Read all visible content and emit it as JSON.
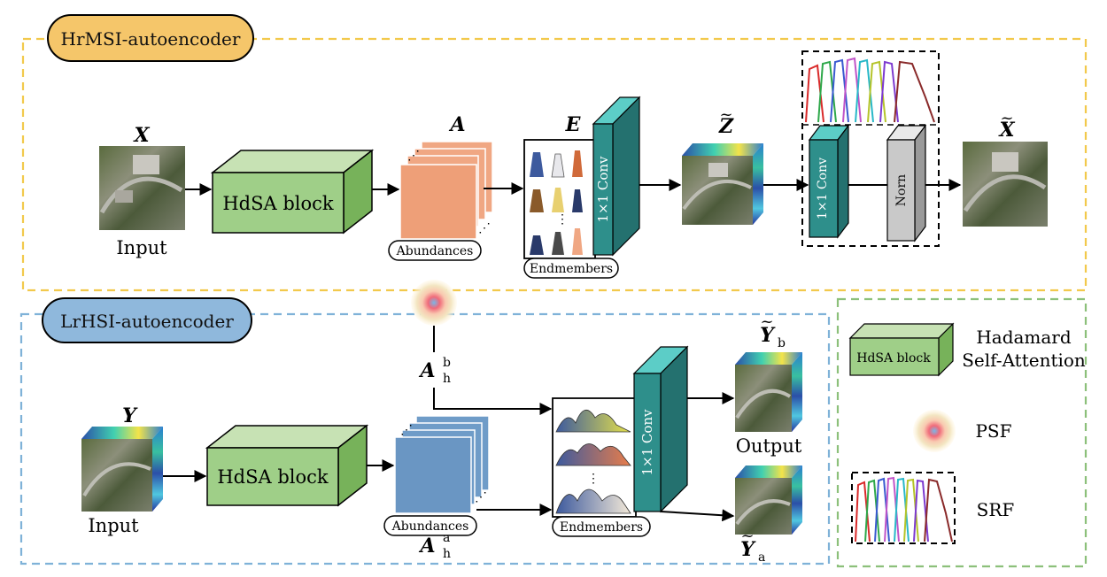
{
  "sections": {
    "hrmsi_title": "HrMSI-autoencoder",
    "lrhsi_title": "LrHSI-autoencoder"
  },
  "hrmsi": {
    "input_symbol": "X",
    "input_caption": "Input",
    "block_label": "HdSA block",
    "abundance_symbol": "A",
    "abundance_caption": "Abundances",
    "endmember_symbol": "E",
    "endmember_caption": "Endmembers",
    "conv_label": "1×1 Conv",
    "z_symbol": "Z",
    "conv2_label": "1×1 Conv",
    "norm_label": "Norn",
    "output_symbol": "X"
  },
  "lrhsi": {
    "input_symbol": "Y",
    "input_caption": "Input",
    "block_label": "HdSA block",
    "abundance_caption": "Abundances",
    "ah_b_base": "A",
    "ah_b_sub": "h",
    "ah_b_sup": "b",
    "ah_a_base": "A",
    "ah_a_sub": "h",
    "ah_a_sup": "a",
    "endmember_caption": "Endmembers",
    "conv_label": "1×1 Conv",
    "yb_base": "Y",
    "yb_sub": "b",
    "output_caption": "Output",
    "ya_base": "Y",
    "ya_sub": "a"
  },
  "legend": {
    "block_label": "HdSA block",
    "hdsa_line1": "Hadamard",
    "hdsa_line2": "Self-Attention",
    "psf_label": "PSF",
    "srf_label": "SRF"
  },
  "colors": {
    "hrmsi_border": "#f2c94c",
    "hrmsi_pill": "#f5c66a",
    "lrhsi_border": "#7fb2d8",
    "lrhsi_pill": "#8fb8dc",
    "legend_border": "#8cc07a",
    "block_green": "#9fcf88",
    "abundance_orange": "#f0a783",
    "abundance_blue": "#6f9cc8",
    "conv_teal": "#2e8f8b",
    "norm_gray": "#c9c9c9"
  }
}
